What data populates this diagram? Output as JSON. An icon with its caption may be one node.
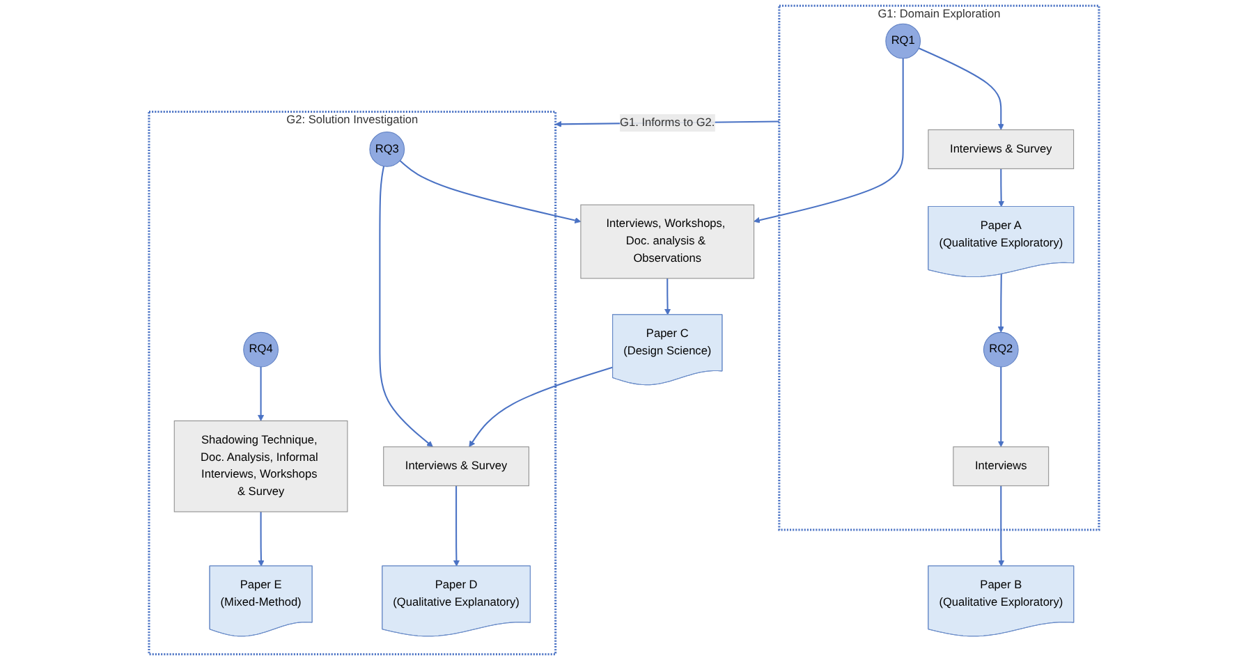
{
  "diagram": {
    "nodes": [
      {
        "text": [
          "G1: Domain Exploration"
        ]
      },
      {
        "text": [
          "RQ1"
        ],
        "in": 0
      },
      {
        "text": [
          "Interviews & Survey"
        ],
        "in": 0
      },
      {
        "text": [
          "Paper A",
          "(Qualitative Exploratory)"
        ],
        "in": 0
      },
      {
        "text": [
          "RQ2"
        ],
        "in": 0
      },
      {
        "text": [
          "Interviews"
        ],
        "in": 0
      },
      {
        "text": [
          "Interviews, Workshops, Doc. analysis & Observations"
        ]
      },
      {
        "text": [
          "Paper C",
          "(Design Science)"
        ]
      },
      {
        "text": [
          "Paper B",
          "(Qualitative Exploratory)"
        ]
      },
      {
        "text": [
          "G2: Solution Investigation"
        ]
      },
      {
        "text": [
          "RQ3"
        ],
        "in": 9
      },
      {
        "text": [
          "Interviews & Survey"
        ],
        "in": 9
      },
      {
        "text": [
          "Paper D",
          "(Qualitative Explanatory)"
        ],
        "in": 9
      },
      {
        "text": [
          "RQ4"
        ],
        "in": 9
      },
      {
        "text": [
          "Shadowing Technique, Doc. Analysis, Informal Interviews, Workshops & Survey"
        ],
        "in": 9
      },
      {
        "text": [
          "Paper E",
          "(Mixed-Method)"
        ],
        "in": 9
      }
    ],
    "edges": [
      {
        "from": 1,
        "to": 2,
        "arrow": "to"
      },
      {
        "from": 2,
        "to": 3,
        "arrow": "to"
      },
      {
        "from": 3,
        "to": 4,
        "arrow": "to"
      },
      {
        "from": 4,
        "to": 5,
        "arrow": "to"
      },
      {
        "from": 5,
        "to": 8,
        "arrow": "to"
      },
      {
        "from": 1,
        "to": 6,
        "arrow": "to"
      },
      {
        "from": 10,
        "to": 6,
        "arrow": "to"
      },
      {
        "from": 6,
        "to": 7,
        "arrow": "to"
      },
      {
        "from": 7,
        "to": 11,
        "arrow": "to"
      },
      {
        "from": 10,
        "to": 11,
        "arrow": "to"
      },
      {
        "from": 11,
        "to": 12,
        "arrow": "to"
      },
      {
        "from": 13,
        "to": 14,
        "arrow": "to"
      },
      {
        "from": 14,
        "to": 15,
        "arrow": "to"
      },
      {
        "from": 0,
        "to": 9,
        "arrow": "to",
        "label": "G1. Informs to G2."
      }
    ]
  }
}
